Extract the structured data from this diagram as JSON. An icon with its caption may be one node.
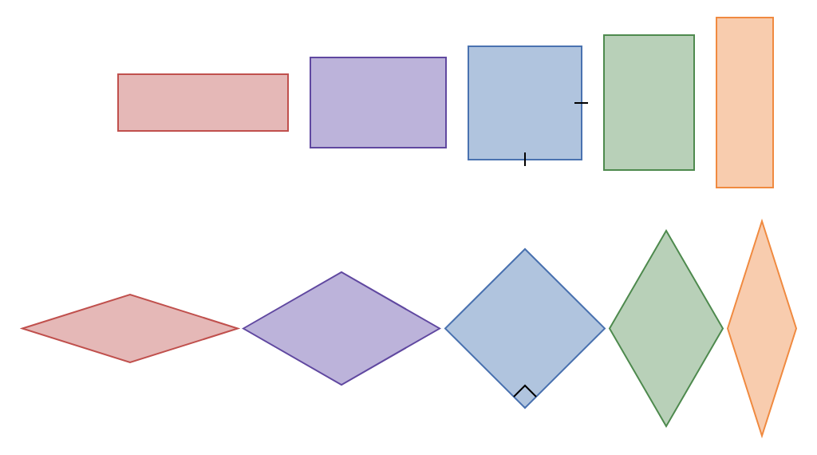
{
  "diagram": {
    "nodes": [
      {
        "text": [],
        "shape": "box"
      },
      {
        "text": [],
        "shape": "box"
      },
      {
        "text": [],
        "shape": "box"
      },
      {
        "text": [],
        "shape": "box"
      },
      {
        "text": [],
        "shape": "box"
      },
      {
        "text": [],
        "shape": "diamond"
      },
      {
        "text": [],
        "shape": "diamond"
      },
      {
        "text": [],
        "shape": "diamond"
      },
      {
        "text": [],
        "shape": "diamond"
      },
      {
        "text": [],
        "shape": "diamond"
      }
    ]
  }
}
